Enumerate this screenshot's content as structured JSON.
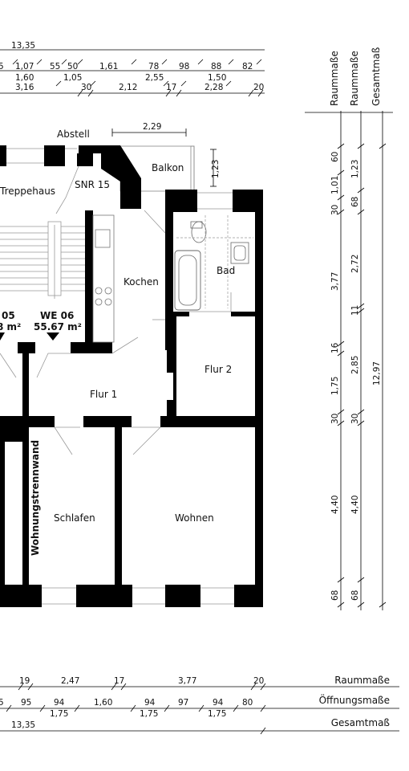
{
  "rooms": {
    "abstell": "Abstell",
    "balkon": "Balkon",
    "treppenhaus": "Treppehaus",
    "snr": "SNR 15",
    "kochen": "Kochen",
    "bad": "Bad",
    "flur1": "Flur 1",
    "flur2": "Flur 2",
    "schlafen": "Schlafen",
    "wohnen": "Wohnen",
    "trennwand": "Wohnungstrennwand"
  },
  "units": {
    "we05_label": "05",
    "we05_area": "8 m²",
    "we06_label": "WE 06",
    "we06_area": "55.67 m²"
  },
  "top_dims": {
    "total": "13,35",
    "row1": [
      "5",
      "1,07",
      "55",
      "50",
      "1,61",
      "78",
      "98",
      "88",
      "82"
    ],
    "row2": [
      "1,60",
      "1,05",
      "2,55",
      "1,50"
    ],
    "row3": [
      "3,16",
      "30",
      "2,12",
      "17",
      "2,28",
      "20"
    ]
  },
  "balkon_dims": {
    "width": "2,29",
    "depth": "1,23"
  },
  "right_headers": [
    "Raummaße",
    "Raummaße",
    "Gesamtmaß"
  ],
  "right_dims": {
    "col1": [
      "60",
      "1,01",
      "30",
      "3,77",
      "16",
      "1,75",
      "30",
      "4,40",
      "68"
    ],
    "col2": [
      "1,23",
      "68",
      "2,72",
      "11",
      "2,85",
      "30",
      "4,40",
      "68"
    ],
    "total": "12,97"
  },
  "bottom_labels": [
    "Raummaße",
    "Öffnungsmaße",
    "Gesamtmaß"
  ],
  "bottom_dims": {
    "row1": [
      "19",
      "2,47",
      "17",
      "3,77",
      "20"
    ],
    "row2": [
      "5",
      "95",
      "94",
      "1,60",
      "94",
      "97",
      "94",
      "80"
    ],
    "row2_sub": [
      "1,75",
      "1,75",
      "1,75"
    ],
    "total": "13,35"
  }
}
